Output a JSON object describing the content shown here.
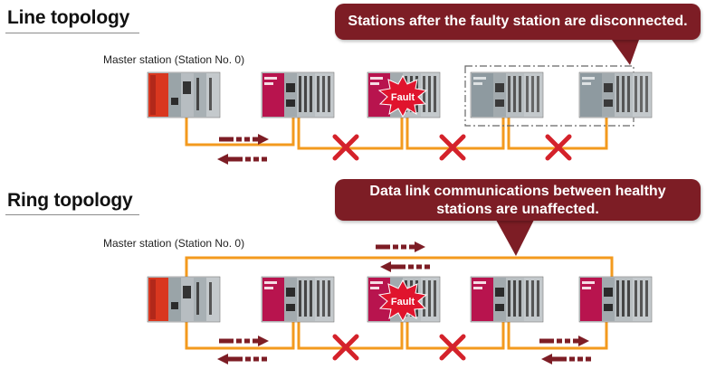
{
  "line": {
    "title": "Line topology",
    "master_label": "Master station (Station No. 0)",
    "callout": "Stations after the faulty station are disconnected.",
    "fault_label": "Fault"
  },
  "ring": {
    "title": "Ring topology",
    "master_label": "Master station (Station No. 0)",
    "callout_line1": "Data link communications between healthy",
    "callout_line2": "stations are unaffected.",
    "fault_label": "Fault"
  },
  "colors": {
    "cable": "#f39a1e",
    "callout_bg": "#7d1d25",
    "cross": "#d4222b",
    "arrow": "#7d1d25",
    "plc_red": "#d9371f",
    "plc_magenta": "#b8144e",
    "plc_gray": "#8e9aa0"
  },
  "icons": {
    "station": "plc-module-icon",
    "fault": "fault-burst-icon",
    "disconnect": "x-mark-icon",
    "direction": "dashed-arrow-icon"
  }
}
